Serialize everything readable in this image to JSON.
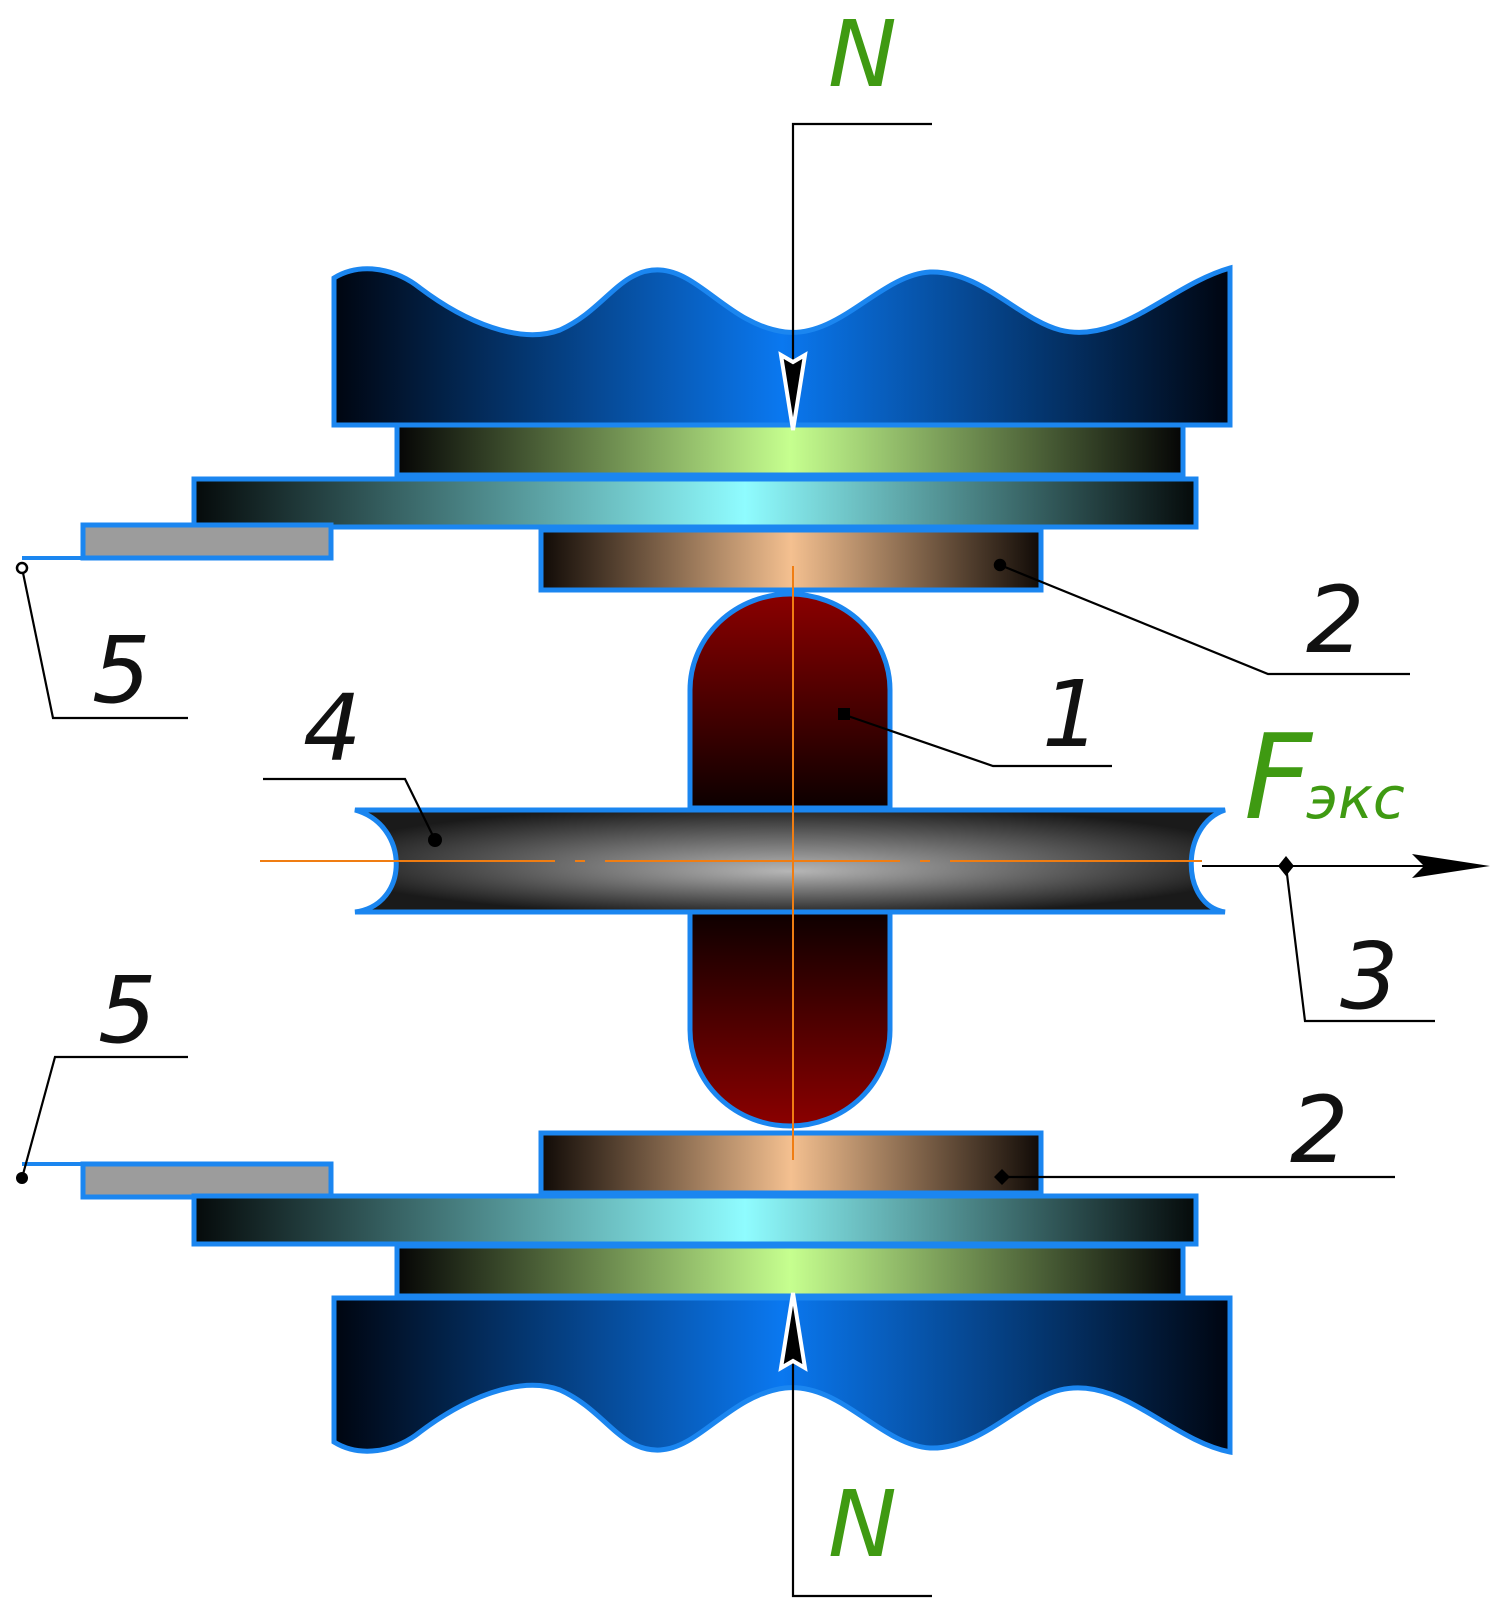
{
  "colors": {
    "outline": "#1b86f0",
    "label_green": "#3f9a12",
    "center_line": "#f07d12",
    "anvil": [
      "#000510",
      "#0a78f0"
    ],
    "green_plate": [
      "#050505",
      "#c6ff8f"
    ],
    "cyan_plate": [
      "#050a0a",
      "#8ffcff"
    ],
    "tan_pad": [
      "#100a06",
      "#f4c090"
    ],
    "specimen": [
      "#0c0000",
      "#8b0000"
    ],
    "disc": [
      "#1a1a1a",
      "#b6b6b6"
    ],
    "grey_strip": "#9c9c9c"
  },
  "labels": {
    "force_top": "N",
    "force_bottom": "N",
    "friction_force": "F",
    "friction_force_sub": "экс",
    "part_1": "1",
    "part_2_top": "2",
    "part_2_bottom": "2",
    "part_3": "3",
    "part_4": "4",
    "part_5_top": "5",
    "part_5_bottom": "5"
  }
}
